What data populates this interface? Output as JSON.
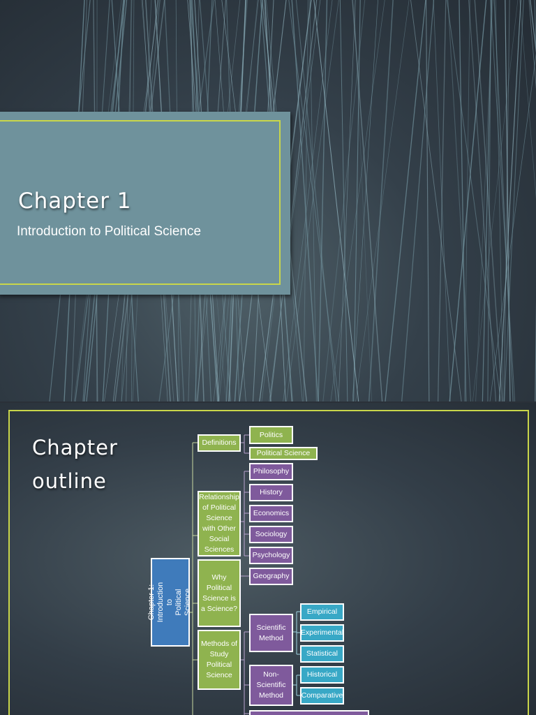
{
  "slide1": {
    "title": "Chapter 1",
    "subtitle": "Introduction to Political Science"
  },
  "slide2": {
    "title": "Chapter\noutline",
    "root": "Chapter 1:\nIntroduction to\nPolitical Science",
    "level1": [
      "Definitions",
      "Relationship of Political Science with Other Social Sciences",
      "Why Political Science is a Science?",
      "Methods of Study Political Science"
    ],
    "definitions": [
      "Politics",
      "Political Science"
    ],
    "relationships": [
      "Philosophy",
      "History",
      "Economics",
      "Sociology",
      "Psychology",
      "Geography"
    ],
    "methods": [
      "Scientific Method",
      "Non-Scientific Method"
    ],
    "scientific": [
      "Empirical",
      "Experimental",
      "Statistical"
    ],
    "non_scientific": [
      "Historical",
      "Comparative"
    ]
  },
  "colors": {
    "green": "#8fb34f",
    "purple": "#7f5a9c",
    "cyan": "#38a8c6",
    "blue": "#3f7bbb",
    "frame": "#c9d64a"
  }
}
